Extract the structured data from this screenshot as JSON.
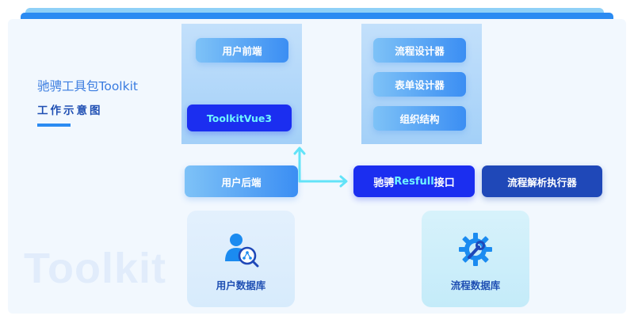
{
  "title": "驰骋工具包Toolkit",
  "subtitle": "工作示意图",
  "watermark": "Toolkit",
  "nodes": {
    "user_frontend": "用户前端",
    "toolkit_vue3": "ToolkitVue3",
    "flow_designer": "流程设计器",
    "form_designer": "表单设计器",
    "org_structure": "组织结构",
    "user_backend": "用户后端",
    "restful_prefix": "驰骋",
    "restful_highlight": "Resfull",
    "restful_suffix": "接口",
    "flow_engine": "流程解析执行器",
    "user_database": "用户数据库",
    "flow_database": "流程数据库"
  },
  "icons": {
    "user_database": "user-network-icon",
    "flow_database": "gear-wrench-icon"
  },
  "colors": {
    "accent": "#2b8bf2",
    "vivid": "#1b2ef0",
    "dark": "#1f48b8",
    "highlight": "#6ff5ff",
    "arrow": "#62e3f8"
  }
}
